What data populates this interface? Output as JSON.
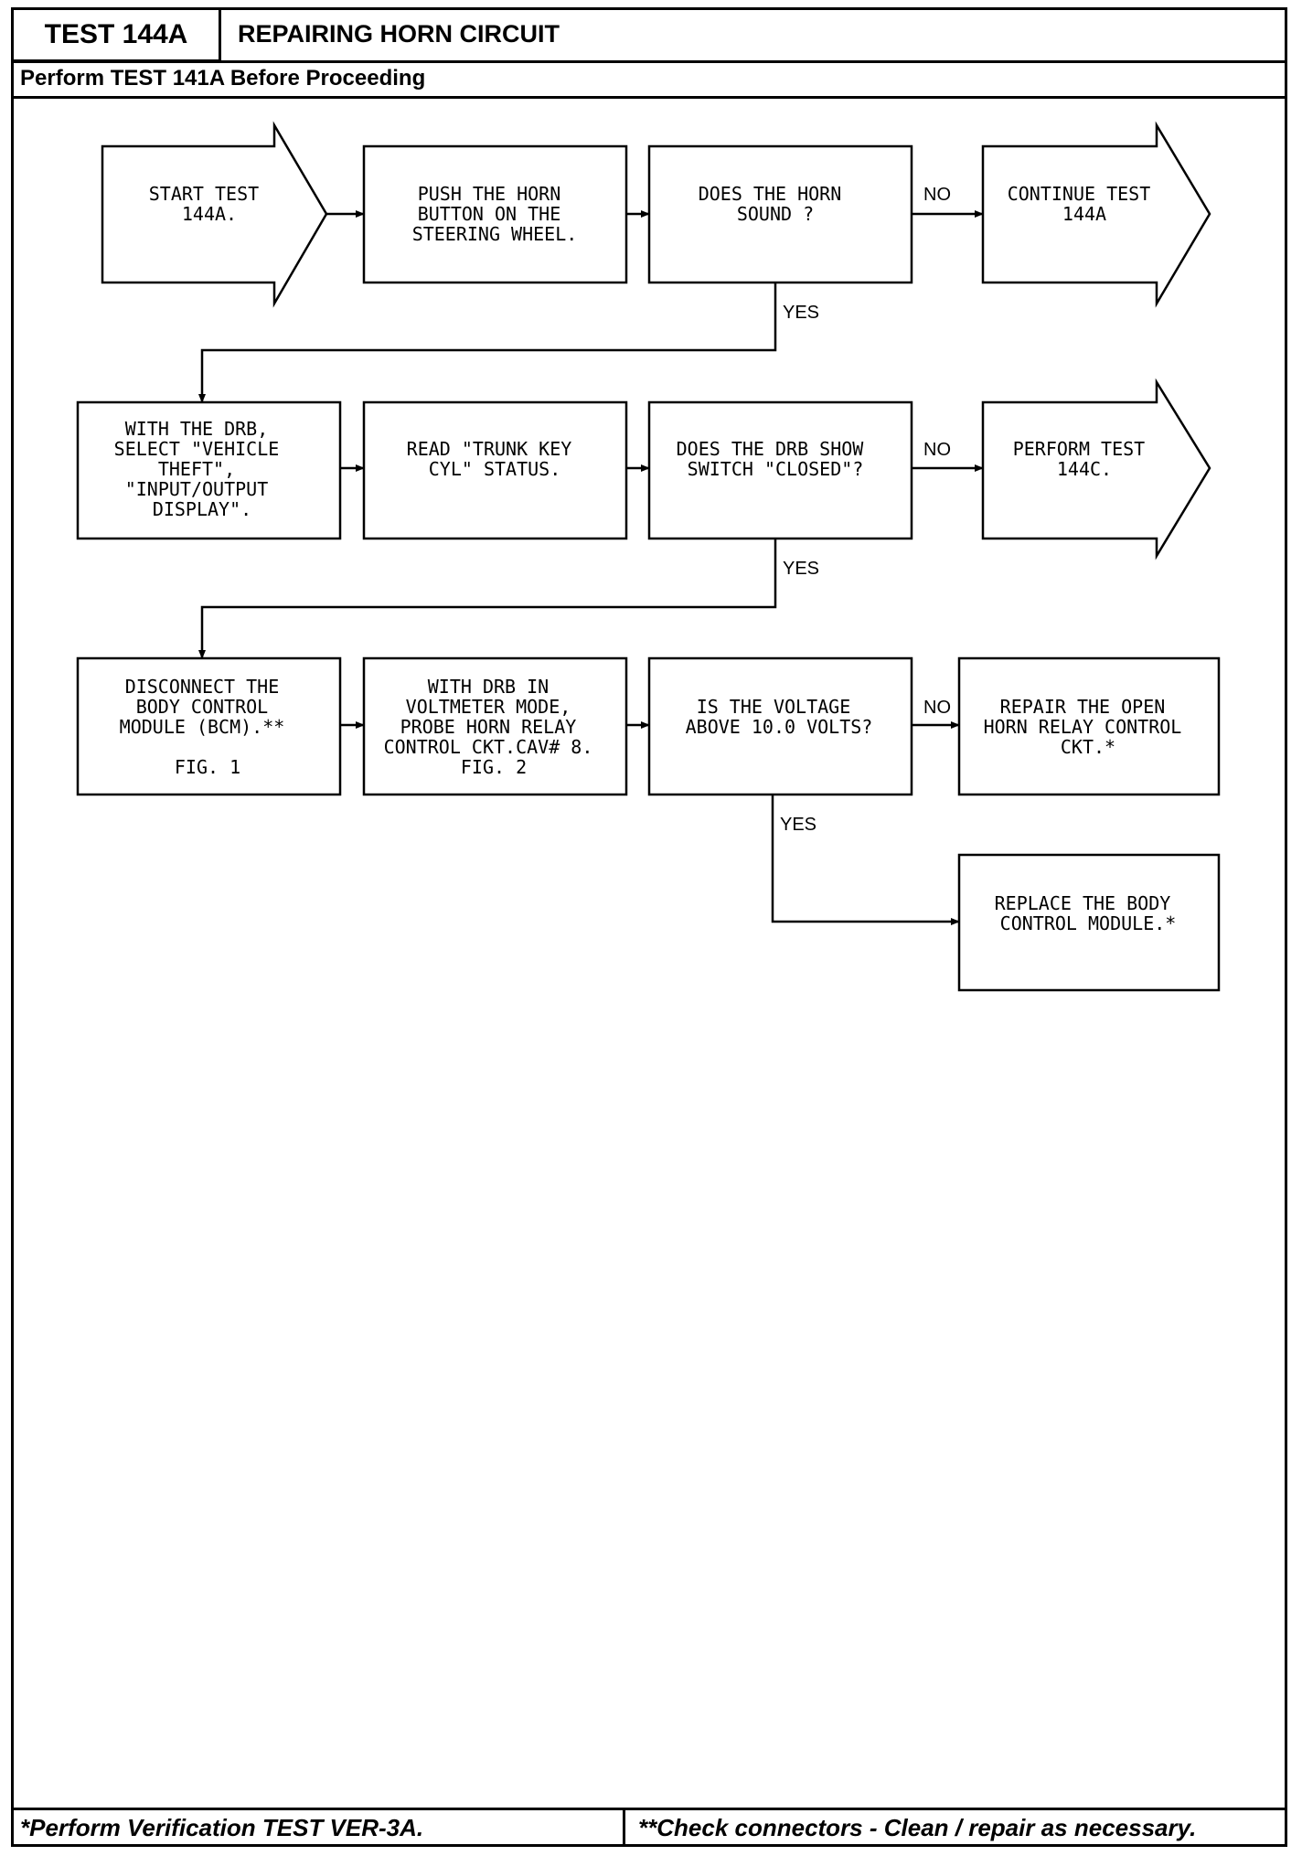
{
  "header": {
    "test_id": "TEST 144A",
    "title": "REPAIRING HORN CIRCUIT",
    "prerequisite": "Perform TEST 141A Before Proceeding"
  },
  "footer": {
    "left_note": "*Perform Verification TEST VER-3A.",
    "right_note": "**Check connectors - Clean / repair as necessary."
  },
  "flowchart": {
    "row1": {
      "start": [
        "START TEST",
        "144A."
      ],
      "action": [
        "PUSH THE HORN",
        "BUTTON ON THE",
        "STEERING WHEEL."
      ],
      "question": [
        "DOES THE HORN",
        "SOUND ?"
      ],
      "no_label": "NO",
      "yes_label": "YES",
      "no_target": [
        "CONTINUE TEST",
        "144A"
      ]
    },
    "row2": {
      "action1": [
        "WITH THE DRB,",
        "SELECT \"VEHICLE",
        "THEFT\",",
        "\"INPUT/OUTPUT",
        "DISPLAY\"."
      ],
      "action2": [
        "READ \"TRUNK KEY",
        "CYL\" STATUS."
      ],
      "question": [
        "DOES THE DRB SHOW",
        "SWITCH \"CLOSED\"?"
      ],
      "no_label": "NO",
      "yes_label": "YES",
      "no_target": [
        "PERFORM TEST",
        "144C."
      ]
    },
    "row3": {
      "action1": [
        "DISCONNECT THE",
        "BODY CONTROL",
        "MODULE (BCM).**",
        "",
        "FIG. 1"
      ],
      "action2": [
        "WITH DRB IN",
        "VOLTMETER MODE,",
        "PROBE HORN RELAY",
        "CONTROL CKT.CAV# 8.",
        "FIG. 2"
      ],
      "question": [
        "IS THE VOLTAGE",
        "ABOVE 10.0 VOLTS?"
      ],
      "no_label": "NO",
      "yes_label": "YES",
      "no_target": [
        "REPAIR THE OPEN",
        "HORN RELAY CONTROL",
        "CKT.*"
      ],
      "yes_target": [
        "REPLACE THE BODY",
        "CONTROL MODULE.*"
      ]
    }
  }
}
